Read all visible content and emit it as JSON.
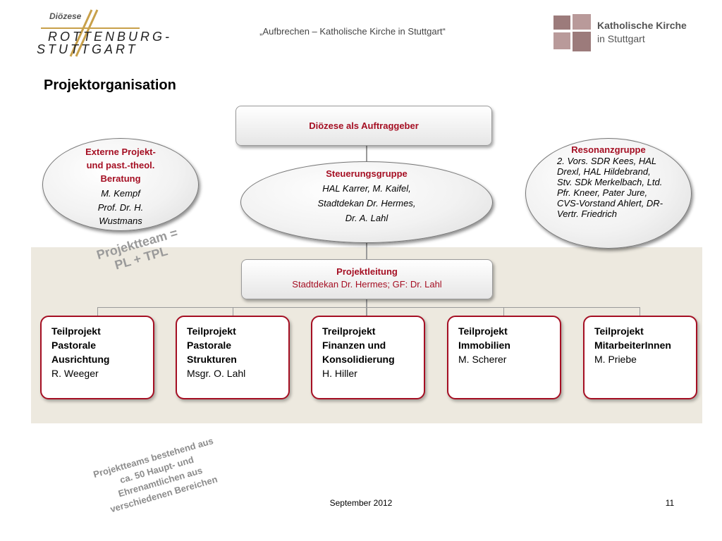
{
  "header": {
    "logo_left": {
      "small": "Diözese",
      "line1": "ROTTENBURG-",
      "line2": "STUTTGART"
    },
    "title": "„Aufbrechen – Katholische Kirche in Stuttgart“",
    "logo_right": {
      "line1": "Katholische Kirche",
      "line2": "in Stuttgart"
    }
  },
  "page_title": "Projektorganisation",
  "top_box": {
    "label": "Diözese als Auftraggeber"
  },
  "left_ellipse": {
    "title": "Externe Projekt- und past.-theol. Beratung",
    "body": [
      "M. Kempf",
      "Prof. Dr. H. Wustmans"
    ]
  },
  "center_ellipse": {
    "title": "Steuerungsgruppe",
    "body": [
      "HAL Karrer, M. Kaifel,",
      "Stadtdekan Dr. Hermes,",
      "Dr. A. Lahl"
    ]
  },
  "right_ellipse": {
    "title": "Resonanzgruppe",
    "body": "2. Vors. SDR Kees, HAL Drexl, HAL Hildebrand, Stv. SDk Merkelbach, Ltd. Pfr. Kneer, Pater Jure, CVS-Vorstand Ahlert, DR-Vertr. Friedrich"
  },
  "projektteam_label": "Projektteam =\nPL + TPL",
  "projektleitung": {
    "title": "Projektleitung",
    "body": "Stadtdekan Dr. Hermes; GF: Dr. Lahl"
  },
  "teilprojekte": [
    {
      "name": "Teilprojekt\nPastorale\nAusrichtung",
      "person": "R. Weeger"
    },
    {
      "name": "Teilprojekt\nPastorale\nStrukturen",
      "person": "Msgr. O. Lahl"
    },
    {
      "name": "Treilprojekt\nFinanzen und\nKonsolidierung",
      "person": "H. Hiller"
    },
    {
      "name": "Teilprojekt\nImmobilien\n",
      "person": "M. Scherer"
    },
    {
      "name": "Teilprojekt\nMitarbeiterInnen\n",
      "person": "M. Priebe"
    }
  ],
  "note": "Projektteams bestehend aus\nca. 50 Haupt- und\nEhrenamtlichen aus\nverschiedenen Bereichen",
  "footer": {
    "date": "September 2012",
    "page": "11"
  },
  "colors": {
    "accent_red": "#a50f23",
    "band": "#ede9df",
    "logo_gold": "#c8a04a",
    "logo_mauve": "#9c7b7b"
  }
}
